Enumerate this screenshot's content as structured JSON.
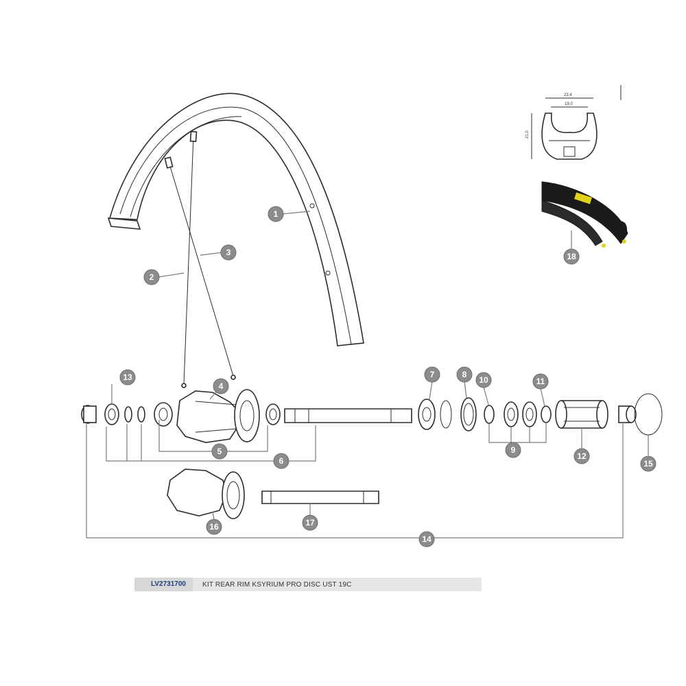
{
  "callouts": [
    {
      "id": "1",
      "label": "1"
    },
    {
      "id": "2",
      "label": "2"
    },
    {
      "id": "3",
      "label": "3"
    },
    {
      "id": "4",
      "label": "4"
    },
    {
      "id": "5",
      "label": "5"
    },
    {
      "id": "6",
      "label": "6"
    },
    {
      "id": "7",
      "label": "7"
    },
    {
      "id": "8",
      "label": "8"
    },
    {
      "id": "9",
      "label": "9"
    },
    {
      "id": "10",
      "label": "10"
    },
    {
      "id": "11",
      "label": "11"
    },
    {
      "id": "12",
      "label": "12"
    },
    {
      "id": "13",
      "label": "13"
    },
    {
      "id": "14",
      "label": "14"
    },
    {
      "id": "15",
      "label": "15"
    },
    {
      "id": "16",
      "label": "16"
    },
    {
      "id": "17",
      "label": "17"
    },
    {
      "id": "18",
      "label": "18"
    }
  ],
  "rim_profile": {
    "outer_width": "23.4",
    "inner_width": "19.0",
    "height": "21.0"
  },
  "reference": {
    "code": "LV2731700",
    "description": "KIT REAR RIM KSYRIUM PRO DISC UST 19C"
  },
  "colors": {
    "callout_fill": "#8c8c8c",
    "tire_accent": "#e2d21a",
    "ref_code_text": "#1f3e7a"
  }
}
